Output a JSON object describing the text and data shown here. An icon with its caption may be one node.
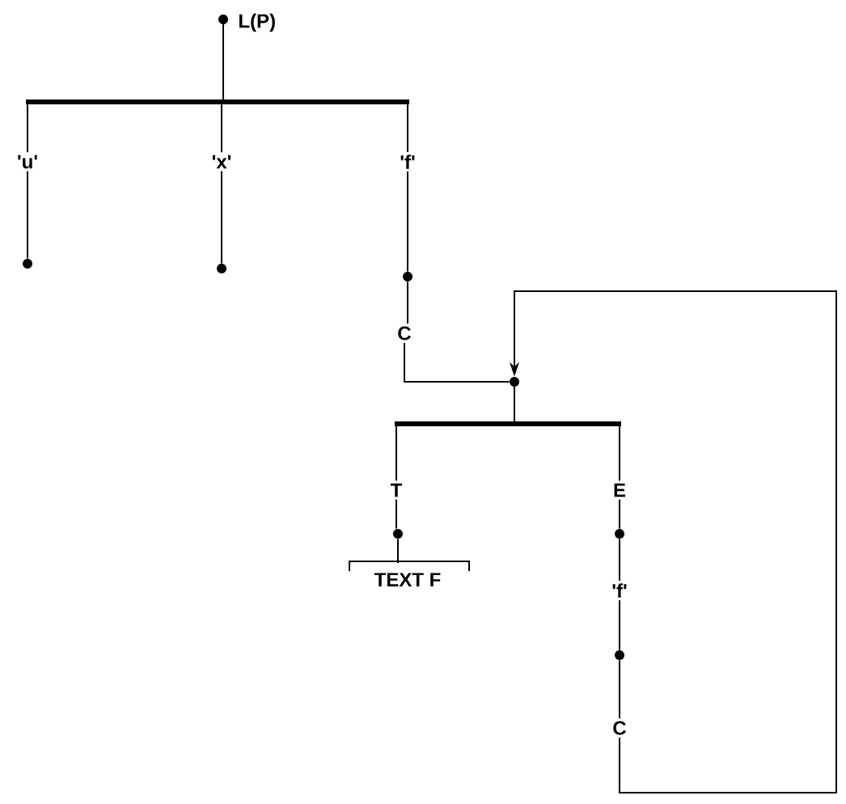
{
  "diagram": {
    "nodes": [
      {
        "text": [],
        "shape": "circle",
        "beside": [
          "L(P)"
        ]
      },
      {
        "text": [
          "'u'"
        ]
      },
      {
        "text": [
          "'x'"
        ]
      },
      {
        "text": [
          "'f'"
        ]
      },
      {
        "text": [],
        "shape": "circle"
      },
      {
        "text": [],
        "shape": "circle"
      },
      {
        "text": [],
        "shape": "circle"
      },
      {
        "text": [
          "C"
        ]
      },
      {
        "text": [],
        "shape": "circle"
      },
      {
        "text": [
          "T"
        ]
      },
      {
        "text": [
          "E"
        ]
      },
      {
        "text": [],
        "shape": "circle"
      },
      {
        "text": [
          "TEXT F"
        ]
      },
      {
        "text": [],
        "shape": "circle"
      },
      {
        "text": [
          "'f'"
        ]
      },
      {
        "text": [],
        "shape": "circle"
      },
      {
        "text": [
          "C"
        ]
      }
    ],
    "edges": [
      {
        "from": 0,
        "to": 1,
        "arrow": "none"
      },
      {
        "from": 0,
        "to": 2,
        "arrow": "none"
      },
      {
        "from": 0,
        "to": 3,
        "arrow": "none"
      },
      {
        "from": 1,
        "to": 4,
        "arrow": "none"
      },
      {
        "from": 2,
        "to": 5,
        "arrow": "none"
      },
      {
        "from": 3,
        "to": 6,
        "arrow": "none"
      },
      {
        "from": 6,
        "to": 7,
        "arrow": "none"
      },
      {
        "from": 7,
        "to": 8,
        "arrow": "none"
      },
      {
        "from": 8,
        "to": 9,
        "arrow": "none"
      },
      {
        "from": 8,
        "to": 10,
        "arrow": "none"
      },
      {
        "from": 9,
        "to": 11,
        "arrow": "none"
      },
      {
        "from": 11,
        "to": 12,
        "arrow": "none"
      },
      {
        "from": 10,
        "to": 13,
        "arrow": "none"
      },
      {
        "from": 13,
        "to": 14,
        "arrow": "none"
      },
      {
        "from": 14,
        "to": 15,
        "arrow": "none"
      },
      {
        "from": 15,
        "to": 16,
        "arrow": "none"
      },
      {
        "from": 16,
        "to": 8,
        "arrow": "to"
      }
    ]
  }
}
